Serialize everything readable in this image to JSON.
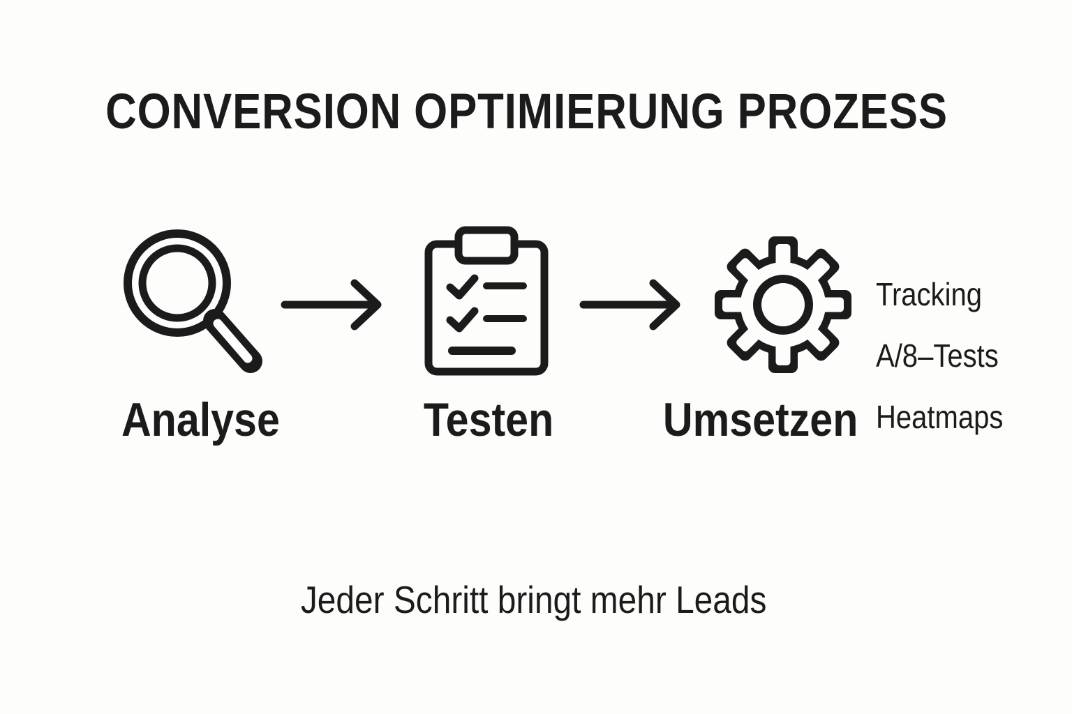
{
  "title": "CONVERSION OPTIMIERUNG PROZESS",
  "steps": [
    {
      "label": "Analyse",
      "icon": "magnifier-icon"
    },
    {
      "label": "Testen",
      "icon": "clipboard-checklist-icon"
    },
    {
      "label": "Umsetzen",
      "icon": "gear-icon"
    }
  ],
  "details": [
    "Tracking",
    "A/8–Tests",
    "Heatmaps"
  ],
  "footer": "Jeder Schritt bringt mehr Leads",
  "colors": {
    "background": "#FDFDFB",
    "ink": "#1b1b1b"
  }
}
